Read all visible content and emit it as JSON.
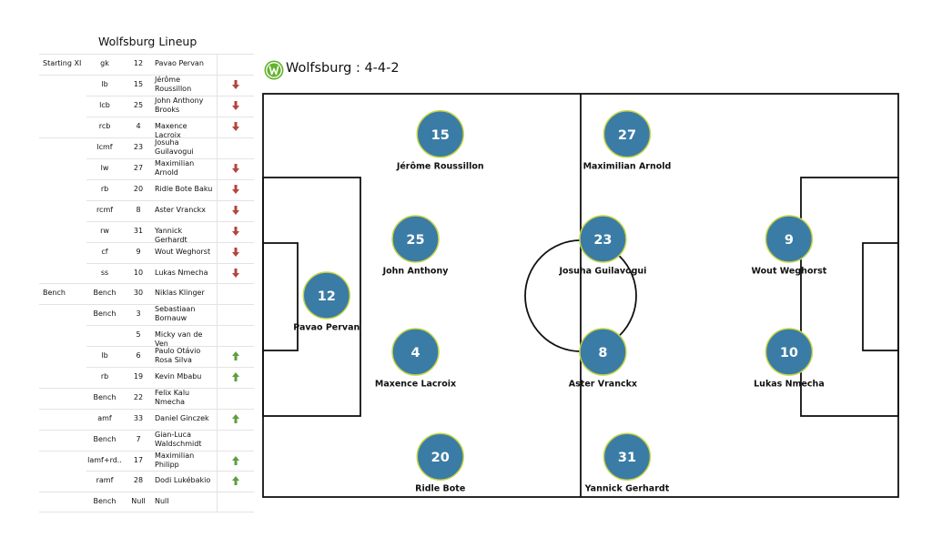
{
  "lineup_title": "Wolfsburg Lineup",
  "team": "Wolfsburg",
  "formation_label": "Wolfsburg :  4-4-2",
  "colors": {
    "player_fill": "#3a7ca5",
    "player_stroke": "#c9d646",
    "arrow_down": "#b5443e",
    "arrow_up": "#5e9e3e",
    "logo_green": "#65b32e"
  },
  "lineup": [
    {
      "group": "Starting XI",
      "pos": "gk",
      "num": "12",
      "name": [
        "Pavao Pervan"
      ],
      "arrow": ""
    },
    {
      "group": "",
      "pos": "lb",
      "num": "15",
      "name": [
        "Jérôme",
        "Roussillon"
      ],
      "arrow": "down"
    },
    {
      "group": "",
      "pos": "lcb",
      "num": "25",
      "name": [
        "John Anthony",
        "Brooks"
      ],
      "arrow": "down"
    },
    {
      "group": "",
      "pos": "rcb",
      "num": "4",
      "name": [
        "Maxence Lacroix"
      ],
      "arrow": "down"
    },
    {
      "group": "",
      "pos": "lcmf",
      "num": "23",
      "name": [
        "Josuha",
        "Guilavogui"
      ],
      "arrow": ""
    },
    {
      "group": "",
      "pos": "lw",
      "num": "27",
      "name": [
        "Maximilian",
        "Arnold"
      ],
      "arrow": "down"
    },
    {
      "group": "",
      "pos": "rb",
      "num": "20",
      "name": [
        "Ridle Bote Baku"
      ],
      "arrow": "down"
    },
    {
      "group": "",
      "pos": "rcmf",
      "num": "8",
      "name": [
        "Aster Vranckx"
      ],
      "arrow": "down"
    },
    {
      "group": "",
      "pos": "rw",
      "num": "31",
      "name": [
        "Yannick Gerhardt"
      ],
      "arrow": "down"
    },
    {
      "group": "",
      "pos": "cf",
      "num": "9",
      "name": [
        "Wout Weghorst"
      ],
      "arrow": "down"
    },
    {
      "group": "",
      "pos": "ss",
      "num": "10",
      "name": [
        "Lukas Nmecha"
      ],
      "arrow": "down"
    },
    {
      "group": "Bench",
      "pos": "Bench",
      "num": "30",
      "name": [
        "Niklas Klinger"
      ],
      "arrow": ""
    },
    {
      "group": "",
      "pos": "Bench",
      "num": "3",
      "name": [
        "Sebastiaan",
        "Bornauw"
      ],
      "arrow": ""
    },
    {
      "group": "",
      "pos": "",
      "num": "5",
      "name": [
        "Micky van de Ven"
      ],
      "arrow": ""
    },
    {
      "group": "",
      "pos": "lb",
      "num": "6",
      "name": [
        "Paulo Otávio",
        "Rosa Silva"
      ],
      "arrow": "up"
    },
    {
      "group": "",
      "pos": "rb",
      "num": "19",
      "name": [
        "Kevin Mbabu"
      ],
      "arrow": "up"
    },
    {
      "group": "",
      "pos": "Bench",
      "num": "22",
      "name": [
        "Felix Kalu",
        "Nmecha"
      ],
      "arrow": ""
    },
    {
      "group": "",
      "pos": "amf",
      "num": "33",
      "name": [
        "Daniel Ginczek"
      ],
      "arrow": "up"
    },
    {
      "group": "",
      "pos": "Bench",
      "num": "7",
      "name": [
        "Gian-Luca",
        "Waldschmidt"
      ],
      "arrow": ""
    },
    {
      "group": "",
      "pos": "lamf+rd..",
      "num": "17",
      "name": [
        "Maximilian",
        "Philipp"
      ],
      "arrow": "up"
    },
    {
      "group": "",
      "pos": "ramf",
      "num": "28",
      "name": [
        "Dodi Lukébakio"
      ],
      "arrow": "up"
    },
    {
      "group": "",
      "pos": "Bench",
      "num": "Null",
      "name": [
        "Null"
      ],
      "arrow": ""
    }
  ],
  "chart_data": {
    "type": "scatter",
    "description_units": "pitch coordinates, 0-100 along length (x) and width (y)",
    "xlim": [
      0,
      100
    ],
    "ylim": [
      0,
      100
    ],
    "players": [
      {
        "num": "12",
        "label": "Pavao Pervan",
        "x": 10.0,
        "y": 50.0
      },
      {
        "num": "15",
        "label": "Jérôme Roussillon",
        "x": 27.9,
        "y": 10.0
      },
      {
        "num": "25",
        "label": "John Anthony",
        "x": 24.0,
        "y": 36.0
      },
      {
        "num": "4",
        "label": "Maxence Lacroix",
        "x": 24.0,
        "y": 64.0
      },
      {
        "num": "20",
        "label": "Ridle Bote",
        "x": 27.9,
        "y": 90.0
      },
      {
        "num": "27",
        "label": "Maximilian Arnold",
        "x": 57.3,
        "y": 10.0
      },
      {
        "num": "23",
        "label": "Josuha Guilavogui",
        "x": 53.5,
        "y": 36.0
      },
      {
        "num": "8",
        "label": "Aster Vranckx",
        "x": 53.5,
        "y": 64.0
      },
      {
        "num": "31",
        "label": "Yannick Gerhardt",
        "x": 57.3,
        "y": 90.0
      },
      {
        "num": "9",
        "label": "Wout Weghorst",
        "x": 82.8,
        "y": 36.0
      },
      {
        "num": "10",
        "label": "Lukas Nmecha",
        "x": 82.8,
        "y": 64.0
      }
    ]
  }
}
